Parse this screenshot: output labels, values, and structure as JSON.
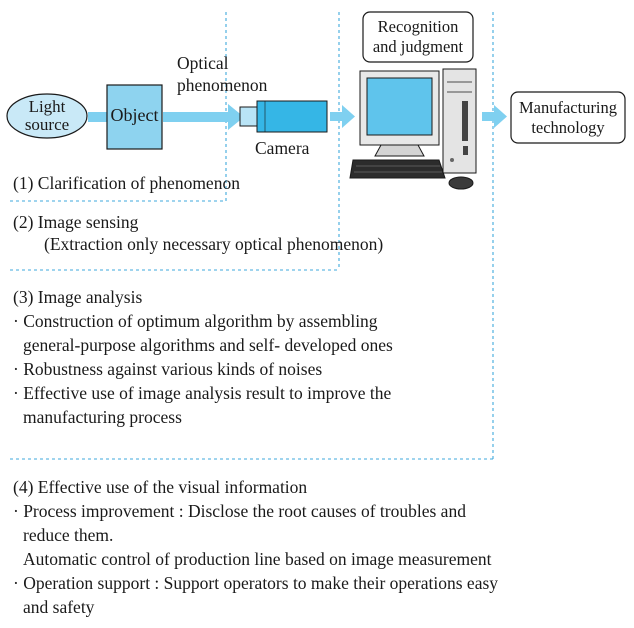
{
  "diagram": {
    "light_source": "Light\nsource",
    "object": "Object",
    "optical_phenomenon": "Optical\nphenomenon",
    "camera": "Camera",
    "recognition": "Recognition\nand judgment",
    "manufacturing": "Manufacturing\ntechnology"
  },
  "steps": {
    "s1": "(1) Clarification of phenomenon",
    "s2_title": "(2) Image sensing",
    "s2_note": "(Extraction only necessary optical phenomenon)",
    "s3_title": "(3) Image analysis",
    "s3_items": [
      "· Construction of optimum algorithm by assembling",
      "general-purpose algorithms and self- developed ones",
      "· Robustness against various kinds of noises",
      "· Effective use of image analysis result to improve the",
      "manufacturing process"
    ],
    "s4_title": "(4) Effective use of the visual information",
    "s4_items": [
      "· Process improvement : Disclose the root causes of troubles and",
      "reduce them.",
      "Automatic control of production line based on image measurement",
      "· Operation support : Support operators to make their operations easy",
      "and safety"
    ]
  },
  "colors": {
    "fill_light_blue": "#c9e9f7",
    "fill_object": "#8ed3ef",
    "arrow_blue": "#7fd0f0",
    "camera_blue": "#35b6e6",
    "divider_blue": "#3fa9dc",
    "screen_blue": "#5fc4ec"
  }
}
